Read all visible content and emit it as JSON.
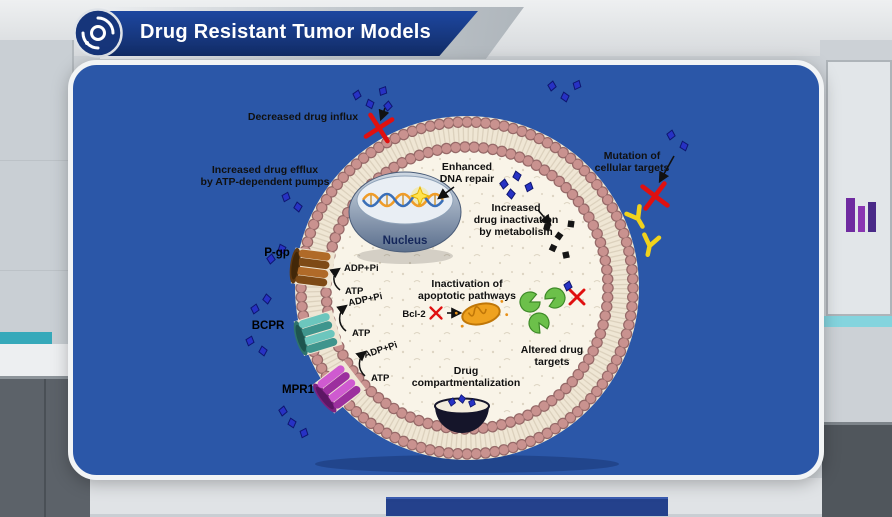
{
  "header": {
    "title": "Drug Resistant Tumor Models",
    "logo_icon": "camera-spiral-icon"
  },
  "diagram": {
    "cell": {
      "nucleus_label": "Nucleus"
    },
    "annotations": {
      "decreased_influx": "Decreased drug influx",
      "increased_efflux_l1": "Increased drug efflux",
      "increased_efflux_l2": "by ATP-dependent pumps",
      "enhanced_repair_l1": "Enhanced",
      "enhanced_repair_l2": "DNA repair",
      "mutation_l1": "Mutation of",
      "mutation_l2": "cellular targets",
      "metabolism_l1": "Increased",
      "metabolism_l2": "drug inactivation",
      "metabolism_l3": "by metabolism",
      "apoptotic_l1": "Inactivation of",
      "apoptotic_l2": "apoptotic pathways",
      "bcl2": "Bcl-2",
      "altered_l1": "Altered drug",
      "altered_l2": "targets",
      "compartmentalization_l1": "Drug",
      "compartmentalization_l2": "compartmentalization"
    },
    "pumps": [
      {
        "name": "P-gp",
        "adp": "ADP+Pi",
        "atp": "ATP"
      },
      {
        "name": "BCPR",
        "adp": "ADP+Pi",
        "atp": "ATP"
      },
      {
        "name": "MPR1",
        "adp": "ADP+Pi",
        "atp": "ATP"
      }
    ],
    "colors": {
      "panel_bg": "#2b57a8",
      "panel_border": "#f2f4f5",
      "banner_bg": "#16357a",
      "membrane_bead": "#c9928f",
      "cell_interior": "#f9f4e8",
      "drug_molecule_blue": "#2732c4",
      "inactivated_drug_black": "#151515",
      "altered_target_green": "#6cc04a",
      "antibody_yellow": "#f0d21c",
      "block_x_red": "#e01010",
      "pgp_orange": "#b06a28",
      "bcpr_teal": "#6cc6bd",
      "mpr1_magenta": "#cf5ad0",
      "mitochondria_orange": "#efa21f"
    }
  }
}
